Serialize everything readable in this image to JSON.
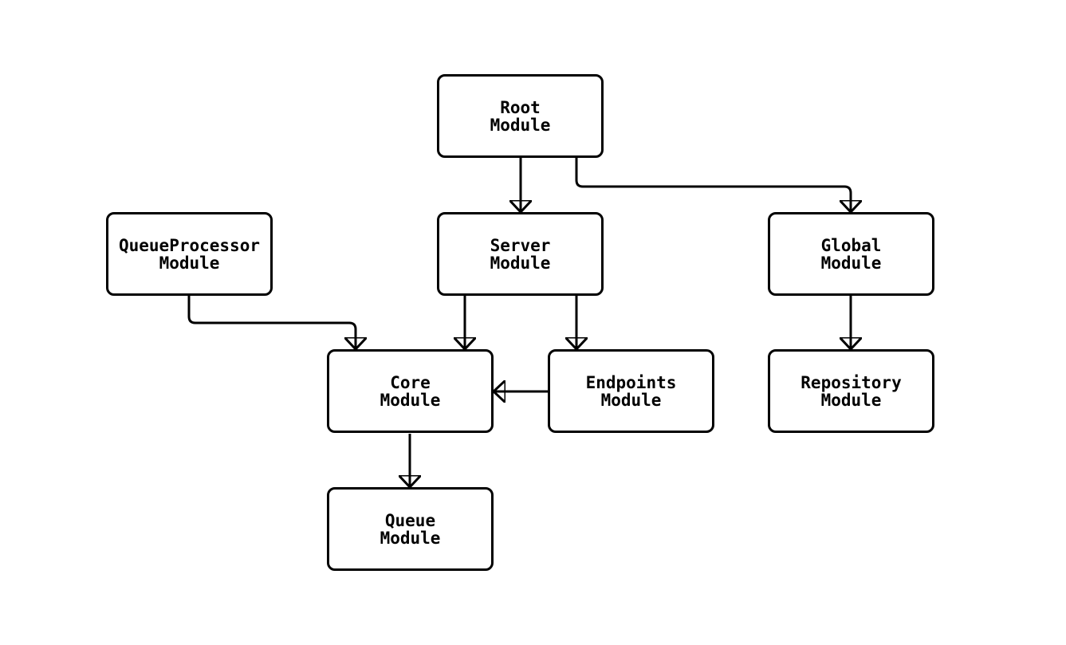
{
  "diagram": {
    "type": "module-dependency-flowchart",
    "background_color": "#ffffff",
    "stroke_color": "#000000",
    "node_fill_color": "#ffffff",
    "nodes": [
      {
        "id": "root",
        "label": "Root\nModule"
      },
      {
        "id": "queueprocessor",
        "label": "QueueProcessor\nModule"
      },
      {
        "id": "server",
        "label": "Server\nModule"
      },
      {
        "id": "global",
        "label": "Global\nModule"
      },
      {
        "id": "core",
        "label": "Core\nModule"
      },
      {
        "id": "endpoints",
        "label": "Endpoints\nModule"
      },
      {
        "id": "repository",
        "label": "Repository\nModule"
      },
      {
        "id": "queue",
        "label": "Queue\nModule"
      }
    ],
    "edges": [
      {
        "from": "root",
        "to": "server"
      },
      {
        "from": "root",
        "to": "global"
      },
      {
        "from": "queueprocessor",
        "to": "core"
      },
      {
        "from": "server",
        "to": "core"
      },
      {
        "from": "server",
        "to": "endpoints"
      },
      {
        "from": "endpoints",
        "to": "core"
      },
      {
        "from": "global",
        "to": "repository"
      },
      {
        "from": "core",
        "to": "queue"
      }
    ]
  }
}
